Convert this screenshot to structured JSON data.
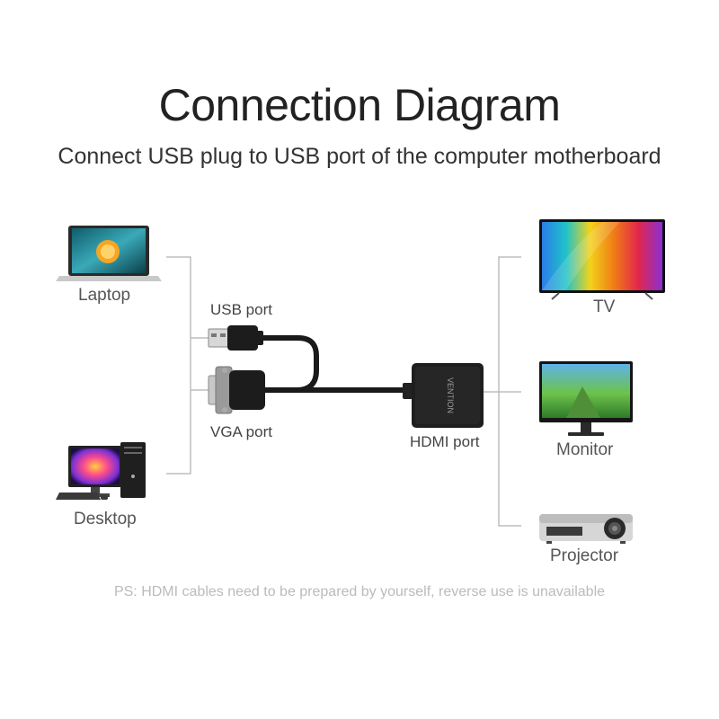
{
  "title": "Connection Diagram",
  "subtitle": "Connect USB plug to USB port of the computer motherboard",
  "sources": [
    {
      "label": "Laptop",
      "icon": "laptop-icon"
    },
    {
      "label": "Desktop",
      "icon": "desktop-icon"
    }
  ],
  "ports": {
    "usb": "USB port",
    "vga": "VGA port",
    "hdmi": "HDMI port"
  },
  "adapter_brand": "VENTION",
  "outputs": [
    {
      "label": "TV",
      "icon": "tv-icon"
    },
    {
      "label": "Monitor",
      "icon": "monitor-icon"
    },
    {
      "label": "Projector",
      "icon": "projector-icon"
    }
  ],
  "note": "PS: HDMI cables need to be prepared by yourself, reverse use is unavailable"
}
